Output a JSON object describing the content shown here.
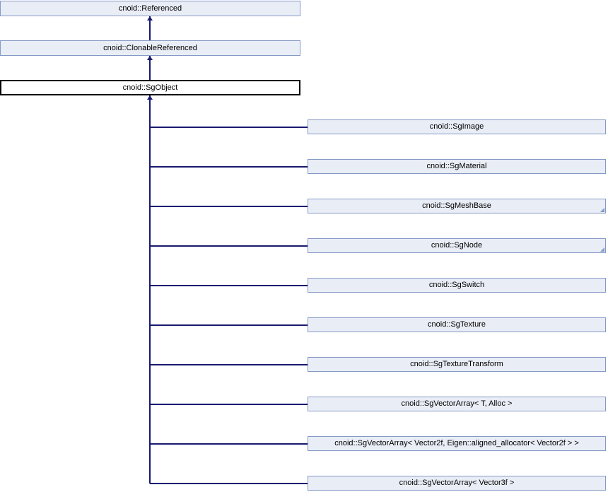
{
  "diagram": {
    "type": "class-inheritance-diagram",
    "ancestors": [
      {
        "label": "cnoid::Referenced"
      },
      {
        "label": "cnoid::ClonableReferenced"
      }
    ],
    "focus": {
      "label": "cnoid::SgObject"
    },
    "children": [
      {
        "label": "cnoid::SgImage",
        "has_subclasses": false
      },
      {
        "label": "cnoid::SgMaterial",
        "has_subclasses": false
      },
      {
        "label": "cnoid::SgMeshBase",
        "has_subclasses": true
      },
      {
        "label": "cnoid::SgNode",
        "has_subclasses": true
      },
      {
        "label": "cnoid::SgSwitch",
        "has_subclasses": false
      },
      {
        "label": "cnoid::SgTexture",
        "has_subclasses": false
      },
      {
        "label": "cnoid::SgTextureTransform",
        "has_subclasses": false
      },
      {
        "label": "cnoid::SgVectorArray< T, Alloc >",
        "has_subclasses": false
      },
      {
        "label": "cnoid::SgVectorArray< Vector2f, Eigen::aligned_allocator< Vector2f > >",
        "has_subclasses": false
      },
      {
        "label": "cnoid::SgVectorArray< Vector3f >",
        "has_subclasses": false
      }
    ],
    "colors": {
      "edge": "#191970",
      "node_border": "#8599C6",
      "node_fill": "#E9EDF6",
      "focus_border": "#000000",
      "focus_fill": "#FFFFFF",
      "text": "#000000",
      "background": "#FFFFFF"
    }
  }
}
